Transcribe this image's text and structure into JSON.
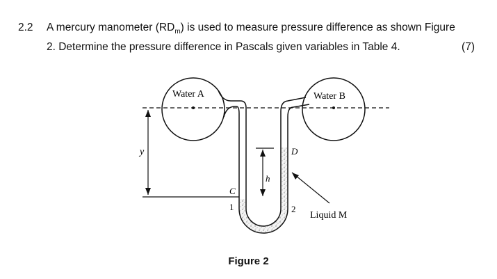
{
  "question": {
    "number": "2.2",
    "line1_before": "A mercury manometer (RD",
    "line1_sub": "m",
    "line1_after": ") is used to measure pressure difference as shown Figure",
    "line2": "2. Determine the pressure difference in Pascals given variables in Table 4.",
    "marks": "(7)"
  },
  "figure": {
    "caption": "Figure 2",
    "labels": {
      "water_a": "Water A",
      "water_b": "Water B",
      "y": "y",
      "h": "h",
      "c": "C",
      "d": "D",
      "point1": "1",
      "point2": "2",
      "liquid": "Liquid M"
    }
  }
}
